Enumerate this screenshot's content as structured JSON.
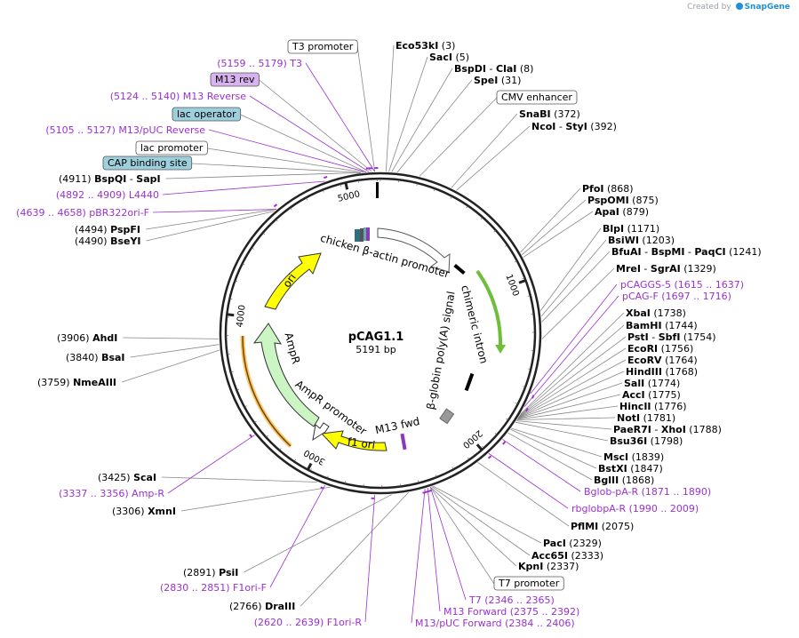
{
  "watermark": {
    "prefix": "Created by",
    "brand": "SnapGene"
  },
  "center": {
    "name": "pCAG1.1",
    "size": "5191 bp"
  },
  "map_ticks": [
    "1000",
    "2000",
    "3000",
    "4000",
    "5000"
  ],
  "features": {
    "chicken_actin_promoter": "chicken β-actin promoter",
    "chimeric_intron": "chimeric intron",
    "bglobin_polya": "β-globin poly(A) signal",
    "f1_ori": "f1 ori",
    "ampr_promoter": "AmpR promoter",
    "ampr": "AmpR",
    "ori": "ori",
    "m13_fwd": "M13 fwd"
  },
  "boxed_features": [
    {
      "key": "t3",
      "text": "T3 promoter"
    },
    {
      "key": "m13rev",
      "text": "M13 rev"
    },
    {
      "key": "lacop",
      "text": "lac operator"
    },
    {
      "key": "lacprom",
      "text": "lac promoter"
    },
    {
      "key": "cap",
      "text": "CAP binding site"
    },
    {
      "key": "cmv",
      "text": "CMV enhancer"
    },
    {
      "key": "t7",
      "text": "T7 promoter"
    }
  ],
  "enzymes_left": [
    {
      "key": "bspqi",
      "pos": "(4911)",
      "name": "BspQI",
      "name2": "SapI"
    },
    {
      "key": "pspfi",
      "pos": "(4494)",
      "name": "PspFI"
    },
    {
      "key": "bseyi",
      "pos": "(4490)",
      "name": "BseYI"
    },
    {
      "key": "ahdi",
      "pos": "(3906)",
      "name": "AhdI"
    },
    {
      "key": "bsai",
      "pos": "(3840)",
      "name": "BsaI"
    },
    {
      "key": "nmeaiii",
      "pos": "(3759)",
      "name": "NmeAIII"
    },
    {
      "key": "scai",
      "pos": "(3425)",
      "name": "ScaI"
    },
    {
      "key": "xmni",
      "pos": "(3306)",
      "name": "XmnI"
    },
    {
      "key": "psii",
      "pos": "(2891)",
      "name": "PsiI"
    },
    {
      "key": "draiii",
      "pos": "(2766)",
      "name": "DraIII"
    }
  ],
  "enzymes_top": [
    {
      "key": "eco53ki",
      "name": "Eco53kI",
      "pos": "(3)"
    },
    {
      "key": "saci",
      "name": "SacI",
      "pos": "(5)"
    },
    {
      "key": "bspdi",
      "name": "BspDI",
      "name2": "ClaI",
      "pos": "(8)"
    },
    {
      "key": "spei",
      "name": "SpeI",
      "pos": "(31)"
    },
    {
      "key": "snabi",
      "name": "SnaBI",
      "pos": "(372)"
    },
    {
      "key": "ncoi",
      "name": "NcoI",
      "name2": "StyI",
      "pos": "(392)"
    }
  ],
  "enzymes_right": [
    {
      "key": "pfoi",
      "name": "PfoI",
      "pos": "(868)"
    },
    {
      "key": "pspomi",
      "name": "PspOMI",
      "pos": "(875)"
    },
    {
      "key": "apai",
      "name": "ApaI",
      "pos": "(879)"
    },
    {
      "key": "blpi",
      "name": "BlpI",
      "pos": "(1171)"
    },
    {
      "key": "bsiwi",
      "name": "BsiWI",
      "pos": "(1203)"
    },
    {
      "key": "bfuai",
      "name": "BfuAI",
      "name2": "BspMI",
      "name3": "PaqCI",
      "pos": "(1241)"
    },
    {
      "key": "mrei",
      "name": "MreI",
      "name2": "SgrAI",
      "pos": "(1329)"
    },
    {
      "key": "xbai",
      "name": "XbaI",
      "pos": "(1738)"
    },
    {
      "key": "bamhi",
      "name": "BamHI",
      "pos": "(1744)"
    },
    {
      "key": "psti",
      "name": "PstI",
      "name2": "SbfI",
      "pos": "(1754)"
    },
    {
      "key": "ecori",
      "name": "EcoRI",
      "pos": "(1756)"
    },
    {
      "key": "ecorv",
      "name": "EcoRV",
      "pos": "(1764)"
    },
    {
      "key": "hindiii",
      "name": "HindIII",
      "pos": "(1768)"
    },
    {
      "key": "sali",
      "name": "SalI",
      "pos": "(1774)"
    },
    {
      "key": "acci",
      "name": "AccI",
      "pos": "(1775)"
    },
    {
      "key": "hincii",
      "name": "HincII",
      "pos": "(1776)"
    },
    {
      "key": "noti",
      "name": "NotI",
      "pos": "(1781)"
    },
    {
      "key": "paer7i",
      "name": "PaeR7I",
      "name2": "XhoI",
      "pos": "(1788)"
    },
    {
      "key": "bsu36i",
      "name": "Bsu36I",
      "pos": "(1798)"
    },
    {
      "key": "msci",
      "name": "MscI",
      "pos": "(1839)"
    },
    {
      "key": "bstxi",
      "name": "BstXI",
      "pos": "(1847)"
    },
    {
      "key": "bglii",
      "name": "BglII",
      "pos": "(1868)"
    }
  ],
  "enzymes_bottom": [
    {
      "key": "pfimi",
      "name": "PflMI",
      "pos": "(2075)"
    },
    {
      "key": "paci",
      "name": "PacI",
      "pos": "(2329)"
    },
    {
      "key": "acc65i",
      "name": "Acc65I",
      "pos": "(2333)"
    },
    {
      "key": "kpni",
      "name": "KpnI",
      "pos": "(2337)"
    }
  ],
  "primers": [
    {
      "key": "t3",
      "text": "(5159 .. 5179)  T3"
    },
    {
      "key": "m13rev",
      "text": "(5124 .. 5140)  M13 Reverse"
    },
    {
      "key": "m13puc",
      "text": "(5105 .. 5127)  M13/pUC Reverse"
    },
    {
      "key": "l4440",
      "text": "(4892 .. 4909)  L4440"
    },
    {
      "key": "pbr322",
      "text": "(4639 .. 4658)  pBR322ori-F"
    },
    {
      "key": "ampr",
      "text": "(3337 .. 3356)  Amp-R"
    },
    {
      "key": "f1orif",
      "text": "(2830 .. 2851)  F1ori-F"
    },
    {
      "key": "f1orir",
      "text": "(2620 .. 2639)  F1ori-R"
    },
    {
      "key": "pcaggs5",
      "text": "pCAGGS-5    (1615 .. 1637)"
    },
    {
      "key": "pcagf",
      "text": "pCAG-F    (1697 .. 1716)"
    },
    {
      "key": "bglob",
      "text": "Bglob-pA-R    (1871 .. 1890)"
    },
    {
      "key": "rbglob",
      "text": "rbglobpA-R    (1990 .. 2009)"
    },
    {
      "key": "t7",
      "text": "T7    (2346 .. 2365)"
    },
    {
      "key": "m13fwd",
      "text": "M13 Forward    (2375 .. 2392)"
    },
    {
      "key": "m13pucfwd",
      "text": "M13/pUC Forward    (2384 .. 2406)"
    }
  ],
  "colors": {
    "backbone": "#222222",
    "primer": "#9b30d0",
    "promoter_fill": "#ffffff",
    "chimeric_intron": "#6dbf3a",
    "f1ori": "#ffff00",
    "ampr": "#ccf5c4",
    "ampr_outline": "#ff9900",
    "boxed_highlight": "#9ecfdc",
    "m13rev_box": "#d9b3f0"
  }
}
